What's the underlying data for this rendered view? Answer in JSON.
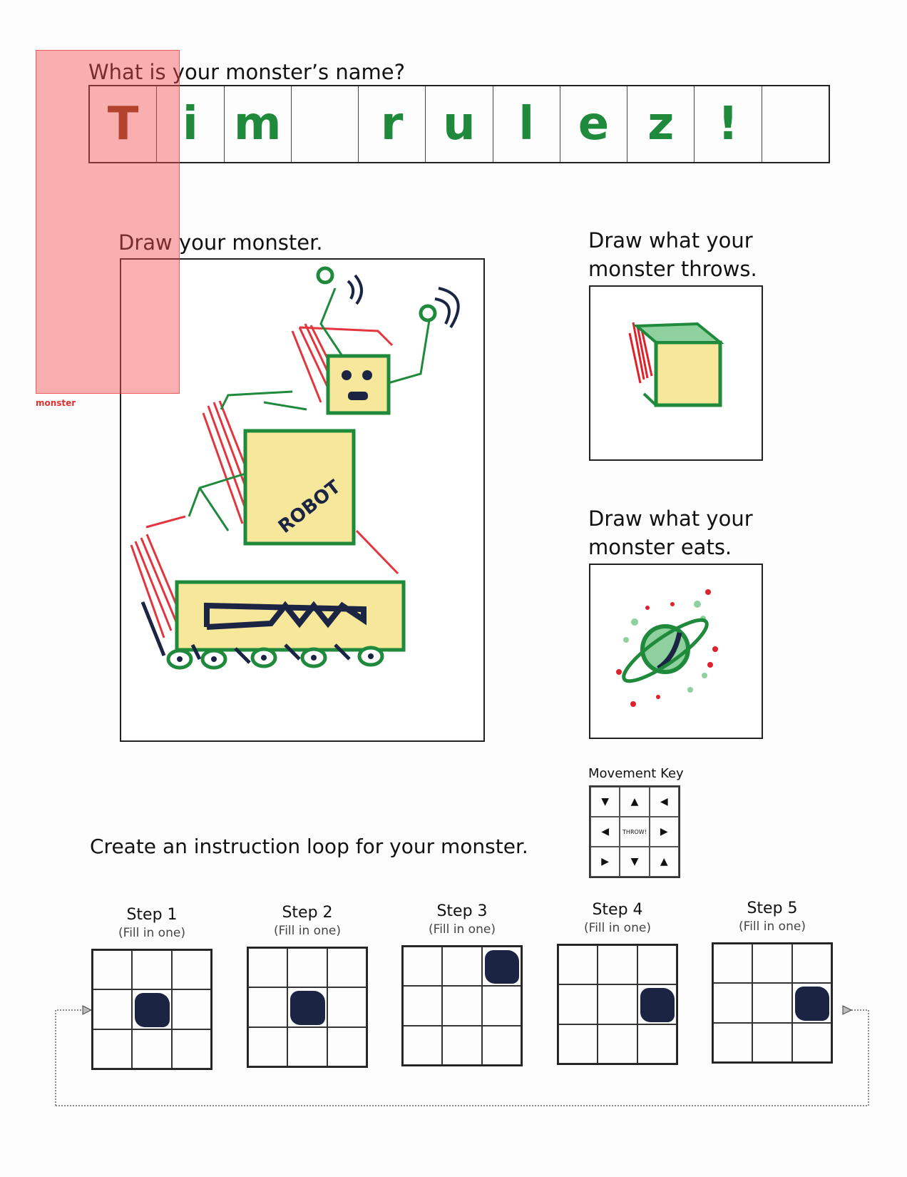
{
  "name_section": {
    "title": "What is your monster’s name?",
    "letters": [
      "T",
      "i",
      "m",
      "",
      "r",
      "u",
      "l",
      "e",
      "z",
      "!",
      ""
    ]
  },
  "draw_section": {
    "monster_title": "Draw your monster.",
    "throws_title_1": "Draw what your",
    "throws_title_2": "monster throws.",
    "eats_title_1": "Draw what your",
    "eats_title_2": "monster eats.",
    "robot_label": "ROBOT"
  },
  "movement_key": {
    "title": "Movement Key",
    "cells": [
      "▼",
      "▲",
      "◀",
      "◀",
      "THROW!",
      "▶",
      "▶",
      "▼",
      "▲"
    ]
  },
  "loop_section": {
    "title": "Create an instruction loop for your monster.",
    "steps": [
      {
        "label": "Step 1",
        "sub": "(Fill in one)",
        "filled_cell": 4
      },
      {
        "label": "Step 2",
        "sub": "(Fill in one)",
        "filled_cell": 4
      },
      {
        "label": "Step 3",
        "sub": "(Fill in one)",
        "filled_cell": 2
      },
      {
        "label": "Step 4",
        "sub": "(Fill in one)",
        "filled_cell": 5
      },
      {
        "label": "Step 5",
        "sub": "(Fill in one)",
        "filled_cell": 5
      }
    ]
  },
  "overlay": {
    "label": "monster",
    "color": "#f05050"
  },
  "colors": {
    "ink_green": "#1f8a3b",
    "ink_red": "#e0202a",
    "ink_navy": "#1c2444",
    "highlight_yellow": "#f6e79a"
  }
}
